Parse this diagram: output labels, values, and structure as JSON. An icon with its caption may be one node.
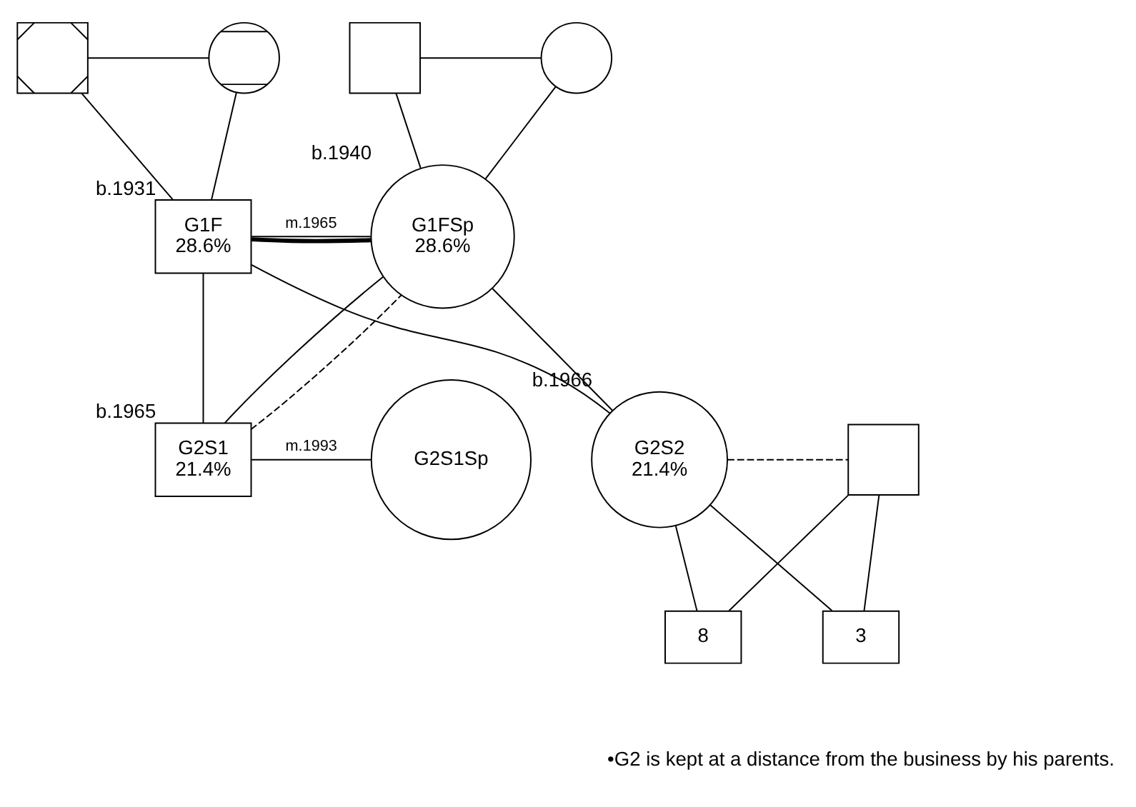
{
  "diagram": {
    "nodes": [
      {
        "text": [],
        "shape": "crossed-square"
      },
      {
        "text": [],
        "shape": "crossed-circle"
      },
      {
        "text": [],
        "shape": "square"
      },
      {
        "text": [],
        "shape": "circle"
      },
      {
        "text": [
          "G1F",
          "28.6%"
        ],
        "beside": [
          "b.1931"
        ]
      },
      {
        "text": [
          "G1FSp",
          "28.6%"
        ],
        "beside": [
          "b.1940"
        ]
      },
      {
        "text": [
          "G2S1",
          "21.4%"
        ],
        "beside": [
          "b.1965"
        ]
      },
      {
        "text": [
          "G2S1Sp"
        ]
      },
      {
        "text": [
          "G2S2",
          "21.4%"
        ],
        "beside": [
          "b.1966"
        ]
      },
      {
        "text": [],
        "shape": "square"
      },
      {
        "text": [
          "8"
        ]
      },
      {
        "text": [
          "3"
        ]
      }
    ],
    "edges": [
      {
        "from": 0,
        "to": 1,
        "arrow": "none"
      },
      {
        "from": 0,
        "to": 4,
        "arrow": "none"
      },
      {
        "from": 1,
        "to": 4,
        "arrow": "none"
      },
      {
        "from": 2,
        "to": 3,
        "arrow": "none"
      },
      {
        "from": 2,
        "to": 5,
        "arrow": "none"
      },
      {
        "from": 3,
        "to": 5,
        "arrow": "none"
      },
      {
        "from": 4,
        "to": 5,
        "arrow": "none",
        "style": "thick"
      },
      {
        "from": 4,
        "to": 5,
        "arrow": "none",
        "label": "m.1965"
      },
      {
        "from": 4,
        "to": 6,
        "arrow": "none"
      },
      {
        "from": 5,
        "to": 6,
        "arrow": "none"
      },
      {
        "from": 4,
        "to": 8,
        "arrow": "none"
      },
      {
        "from": 5,
        "to": 8,
        "arrow": "none"
      },
      {
        "from": 6,
        "to": 7,
        "arrow": "none",
        "label": "m.1993"
      },
      {
        "from": 6,
        "to": 5,
        "arrow": "none",
        "style": "dashed"
      },
      {
        "from": 8,
        "to": 9,
        "arrow": "none",
        "style": "dashed"
      },
      {
        "from": 8,
        "to": 10,
        "arrow": "none"
      },
      {
        "from": 9,
        "to": 10,
        "arrow": "none"
      },
      {
        "from": 8,
        "to": 11,
        "arrow": "none"
      },
      {
        "from": 9,
        "to": 11,
        "arrow": "none"
      }
    ],
    "labels": [
      "•G2 is kept at a distance from the business by his parents."
    ]
  }
}
